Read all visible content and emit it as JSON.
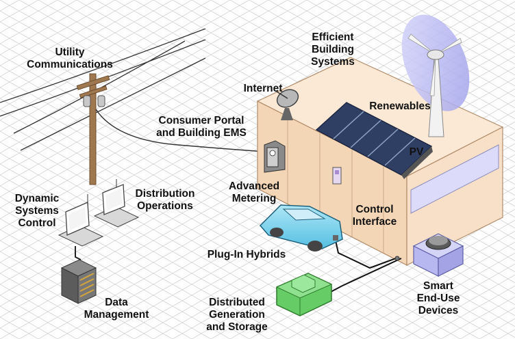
{
  "labels": {
    "utility_communications": "Utility\nCommunications",
    "efficient_building_systems": "Efficient\nBuilding\nSystems",
    "internet": "Internet",
    "renewables": "Renewables",
    "consumer_portal": "Consumer Portal\nand Building EMS",
    "pv": "PV",
    "dynamic_systems_control": "Dynamic\nSystems\nControl",
    "distribution_operations": "Distribution\nOperations",
    "advanced_metering": "Advanced\nMetering",
    "control_interface": "Control\nInterface",
    "plug_in_hybrids": "Plug-In Hybrids",
    "smart_end_use_devices": "Smart\nEnd-Use\nDevices",
    "data_management": "Data\nManagement",
    "distributed_generation": "Distributed\nGeneration\nand Storage"
  },
  "icons": {
    "utility_pole": "utility-pole-icon",
    "wind_turbine": "wind-turbine-icon",
    "satellite_dish": "satellite-dish-icon",
    "solar_panel": "solar-panel-icon",
    "building": "building-icon",
    "meter": "electric-meter-icon",
    "thermostat": "thermostat-icon",
    "car": "plug-in-hybrid-car-icon",
    "hvac_unit": "hvac-unit-icon",
    "generator": "generator-icon",
    "computer": "computer-workstation-icon",
    "server": "server-rack-icon"
  },
  "colors": {
    "building_wall": "#f3d6b6",
    "building_top": "#fbe9d6",
    "solar_panel": "#2f3e63",
    "car": "#7fd3ee",
    "generator": "#66cc66",
    "hvac": "#b8b8f0",
    "turbine_disc": "#b8b8f4",
    "window_strip": "#dcdcfa"
  }
}
